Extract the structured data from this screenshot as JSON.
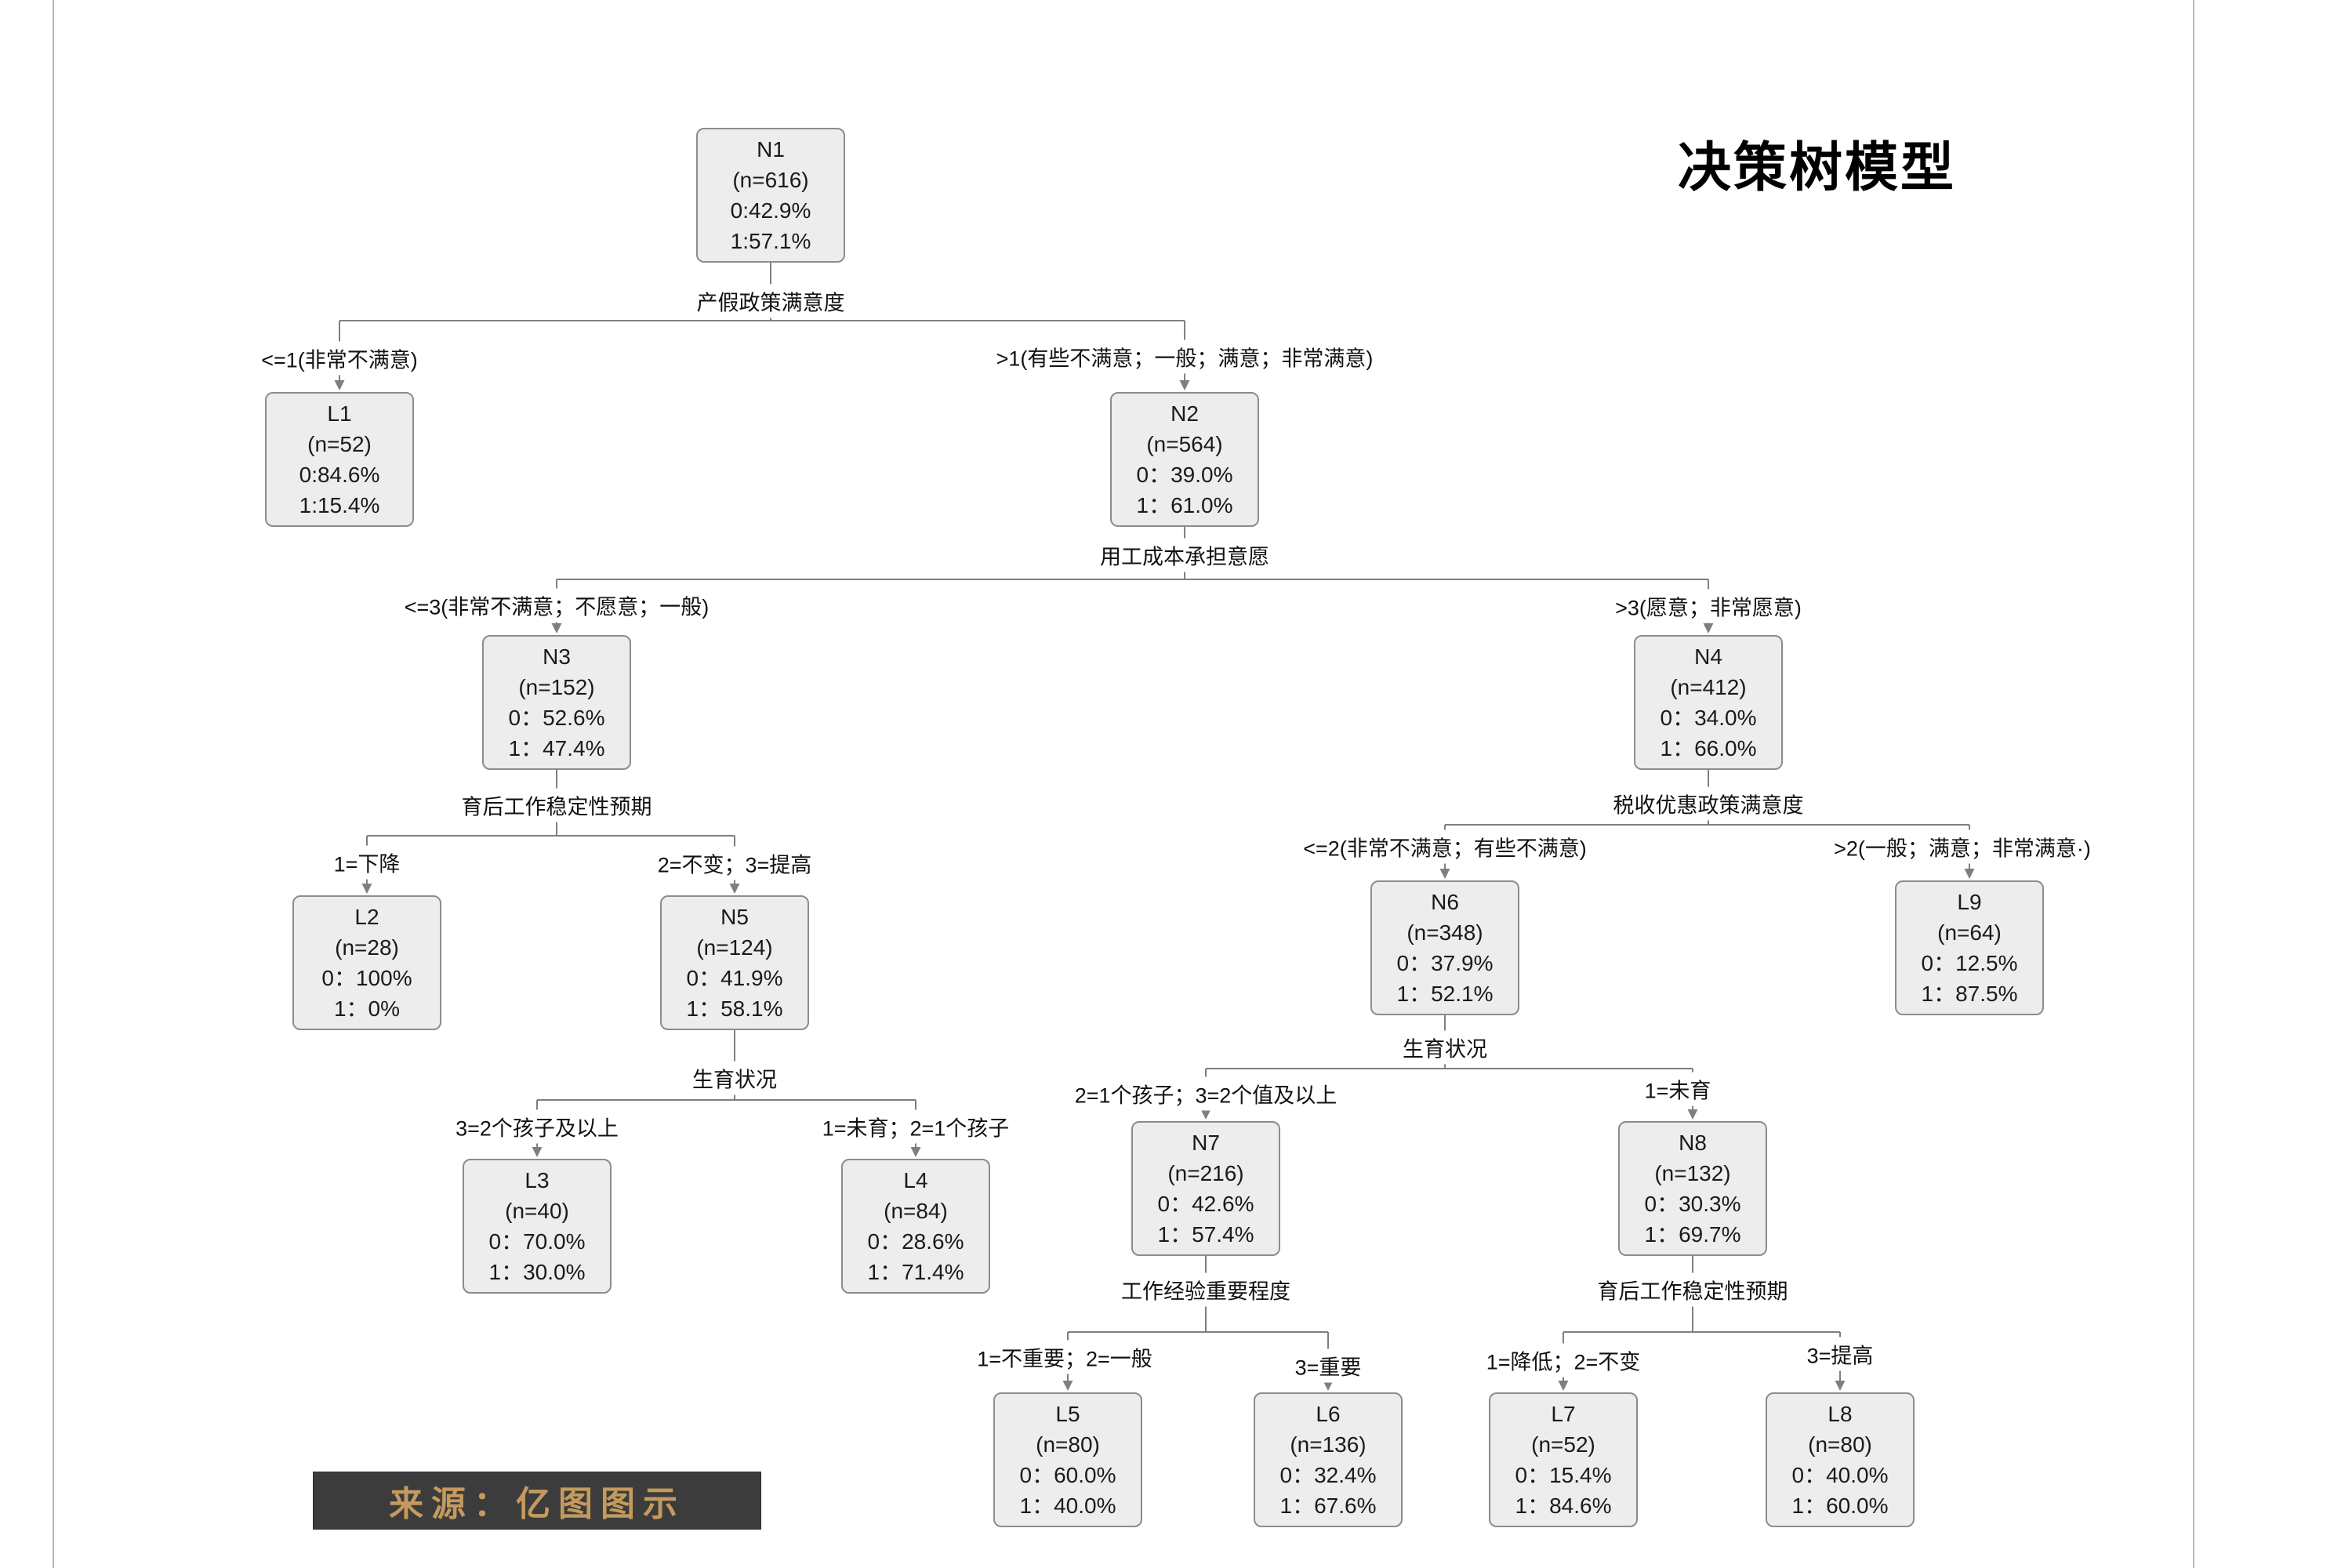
{
  "title": "决策树模型",
  "source": "来源：亿图图示",
  "colors": {
    "node_fill": "#ededed",
    "node_border": "#8c8c8c",
    "edge_line": "#7f7f7f",
    "badge_bg": "#3c3c3c",
    "badge_text": "#c49a5e"
  },
  "nodes": {
    "N1": {
      "name": "N1",
      "n": "(n=616)",
      "p0": "0:42.9%",
      "p1": "1:57.1%"
    },
    "L1": {
      "name": "L1",
      "n": "(n=52)",
      "p0": "0:84.6%",
      "p1": "1:15.4%"
    },
    "N2": {
      "name": "N2",
      "n": "(n=564)",
      "p0": "0：39.0%",
      "p1": "1：61.0%"
    },
    "N3": {
      "name": "N3",
      "n": "(n=152)",
      "p0": "0：52.6%",
      "p1": "1：47.4%"
    },
    "N4": {
      "name": "N4",
      "n": "(n=412)",
      "p0": "0：34.0%",
      "p1": "1：66.0%"
    },
    "L2": {
      "name": "L2",
      "n": "(n=28)",
      "p0": "0：100%",
      "p1": "1：0%"
    },
    "N5": {
      "name": "N5",
      "n": "(n=124)",
      "p0": "0：41.9%",
      "p1": "1：58.1%"
    },
    "N6": {
      "name": "N6",
      "n": "(n=348)",
      "p0": "0：37.9%",
      "p1": "1：52.1%"
    },
    "L9": {
      "name": "L9",
      "n": "(n=64)",
      "p0": "0：12.5%",
      "p1": "1：87.5%"
    },
    "L3": {
      "name": "L3",
      "n": "(n=40)",
      "p0": "0：70.0%",
      "p1": "1：30.0%"
    },
    "L4": {
      "name": "L4",
      "n": "(n=84)",
      "p0": "0：28.6%",
      "p1": "1：71.4%"
    },
    "N7": {
      "name": "N7",
      "n": "(n=216)",
      "p0": "0：42.6%",
      "p1": "1：57.4%"
    },
    "N8": {
      "name": "N8",
      "n": "(n=132)",
      "p0": "0：30.3%",
      "p1": "1：69.7%"
    },
    "L5": {
      "name": "L5",
      "n": "(n=80)",
      "p0": "0：60.0%",
      "p1": "1：40.0%"
    },
    "L6": {
      "name": "L6",
      "n": "(n=136)",
      "p0": "0：32.4%",
      "p1": "1：67.6%"
    },
    "L7": {
      "name": "L7",
      "n": "(n=52)",
      "p0": "0：15.4%",
      "p1": "1：84.6%"
    },
    "L8": {
      "name": "L8",
      "n": "(n=80)",
      "p0": "0：40.0%",
      "p1": "1：60.0%"
    }
  },
  "split_labels": {
    "N1": "产假政策满意度",
    "N2": "用工成本承担意愿",
    "N3": "育后工作稳定性预期",
    "N4": "税收优惠政策满意度",
    "N5": "生育状况",
    "N6": "生育状况",
    "N7": "工作经验重要程度",
    "N8": "育后工作稳定性预期"
  },
  "edge_labels": {
    "n1_l1": "<=1(非常不满意)",
    "n1_n2": ">1(有些不满意；一般；满意；非常满意)",
    "n2_n3": "<=3(非常不满意；不愿意；一般)",
    "n2_n4": ">3(愿意；非常愿意)",
    "n3_l2": "1=下降",
    "n3_n5": "2=不变；3=提高",
    "n5_l3": "3=2个孩子及以上",
    "n5_l4": "1=未育；2=1个孩子",
    "n4_n6": "<=2(非常不满意；有些不满意)",
    "n4_l9": ">2(一般；满意；非常满意·)",
    "n6_n7": "2=1个孩子；3=2个值及以上",
    "n6_n8": "1=未育",
    "n7_l5": "1=不重要；2=一般",
    "n7_l6": "3=重要",
    "n8_l7": "1=降低；2=不变",
    "n8_l8": "3=提高"
  }
}
